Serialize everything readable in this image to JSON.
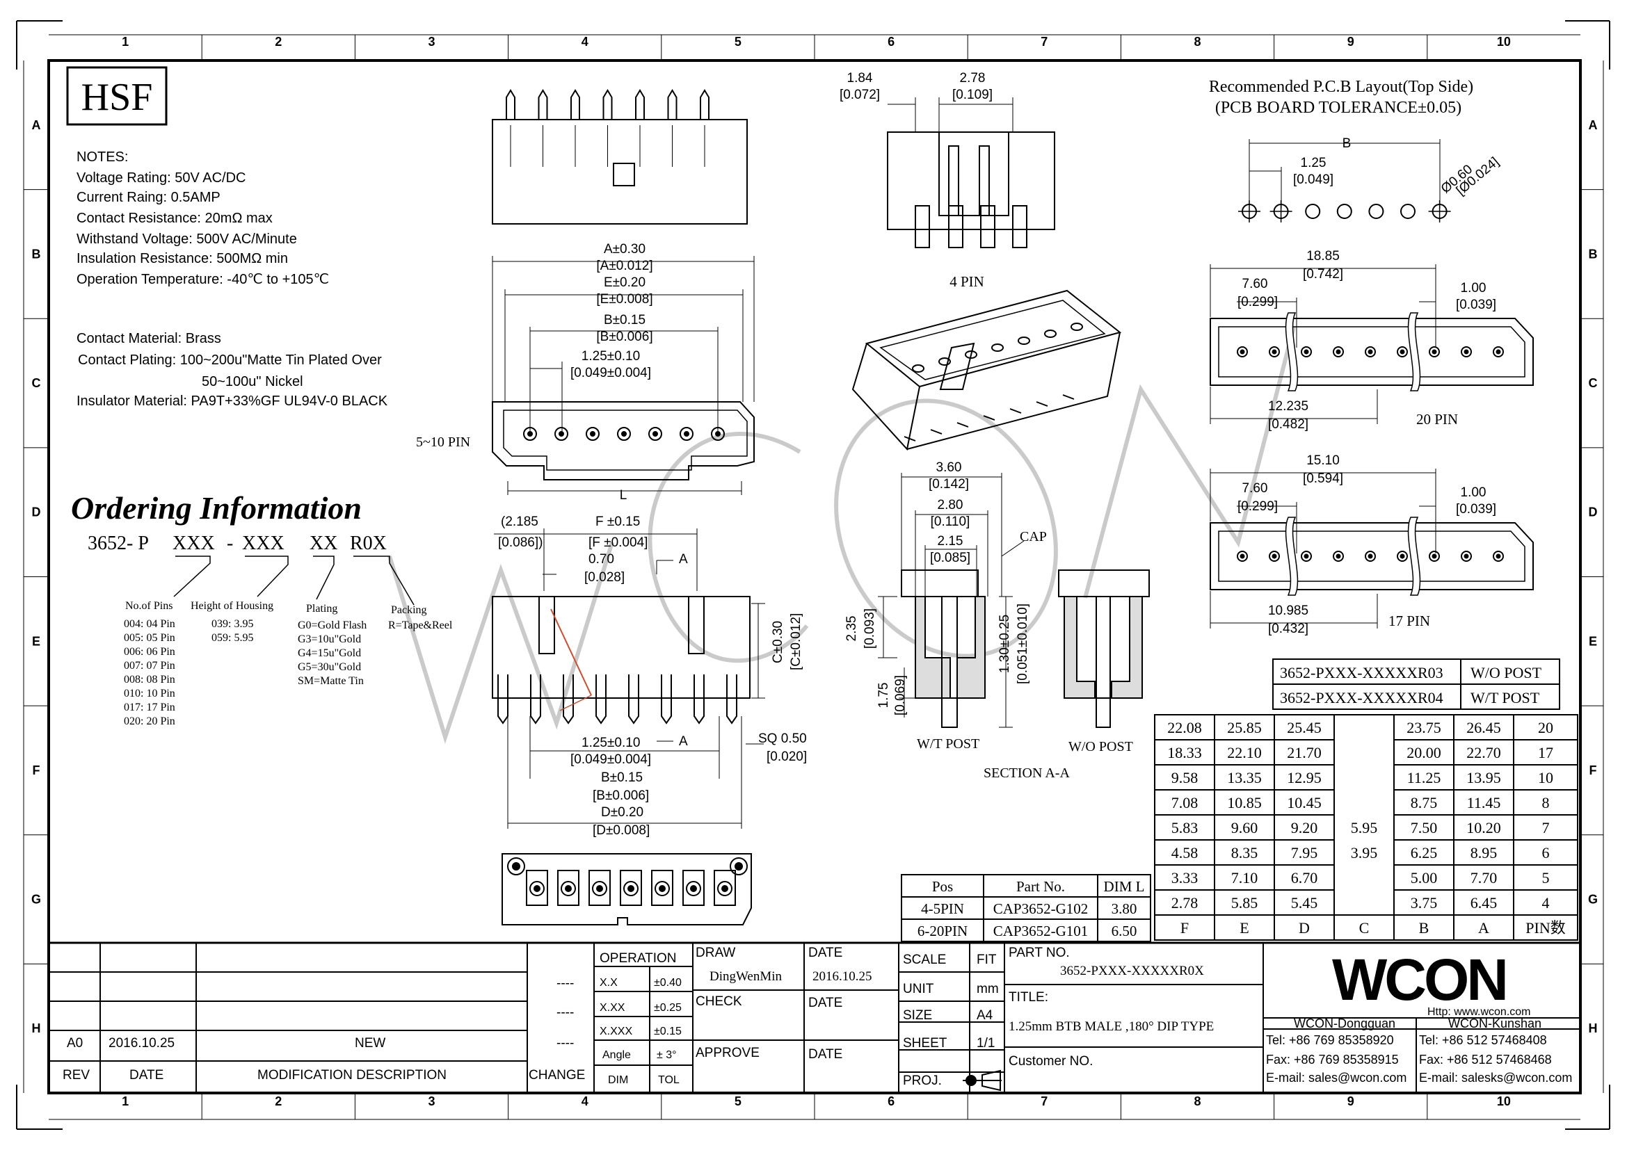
{
  "grid": {
    "columns": [
      "1",
      "2",
      "3",
      "4",
      "5",
      "6",
      "7",
      "8",
      "9",
      "10"
    ],
    "rows": [
      "A",
      "B",
      "C",
      "D",
      "E",
      "F",
      "G",
      "H"
    ]
  },
  "hsf_label": "HSF",
  "notes": {
    "heading": "NOTES:",
    "lines": [
      "Voltage Rating: 50V AC/DC",
      "Current Raing: 0.5AMP",
      "Contact Resistance: 20mΩ max",
      "Withstand Voltage: 500V AC/Minute",
      "Insulation Resistance: 500MΩ min",
      "Operation Temperature: -40℃ to +105℃"
    ],
    "material_lines": [
      "Contact Material: Brass",
      "Contact Plating: 100~200u\"Matte Tin Plated Over",
      "50~100u\" Nickel",
      "Insulator Material: PA9T+33%GF UL94V-0 BLACK"
    ]
  },
  "ordering": {
    "title": "Ordering Information",
    "code_prefix": "3652- P",
    "code_parts": [
      "XXX",
      "-",
      "XXX",
      "XX",
      "R0X"
    ],
    "pins_header": "No.of Pins",
    "pins": [
      "004: 04 Pin",
      "005: 05 Pin",
      "006: 06 Pin",
      "007: 07 Pin",
      "008: 08 Pin",
      "010: 10 Pin",
      "017: 17 Pin",
      "020: 20 Pin"
    ],
    "height_header": "Height of Housing",
    "heights": [
      "039: 3.95",
      "059: 5.95"
    ],
    "plating_header": "Plating",
    "platings": [
      "G0=Gold Flash",
      "G3=10u\"Gold",
      "G4=15u\"Gold",
      "G5=30u\"Gold",
      "SM=Matte Tin"
    ],
    "packing_header": "Packing",
    "packing": "R=Tape&Reel"
  },
  "dims": {
    "a": "A±0.30",
    "a_in": "[A±0.012]",
    "e": "E±0.20",
    "e_in": "[E±0.008]",
    "b": "B±0.15",
    "b_in": "[B±0.006]",
    "pitch": "1.25±0.10",
    "pitch_in": "[0.049±0.004]",
    "pin_range": "5~10 PIN",
    "l": "L",
    "side_2185": "(2.185",
    "side_2185_in": "[0.086])",
    "f": "F ±0.15",
    "f_in": "[F ±0.004]",
    "d070": "0.70",
    "d070_in": "[0.028]",
    "sec_a": "A",
    "c": "C±0.30",
    "c_in": "[C±0.012]",
    "sq": "SQ 0.50",
    "sq_in": "[0.020]",
    "d": "D±0.20",
    "d_in": "[D±0.008]",
    "top_184": "1.84",
    "top_184_in": "[0.072]",
    "top_278": "2.78",
    "top_278_in": "[0.109]",
    "four_pin": "4 PIN",
    "s360": "3.60",
    "s360_in": "[0.142]",
    "s280": "2.80",
    "s280_in": "[0.110]",
    "s215": "2.15",
    "s215_in": "[0.085]",
    "cap": "CAP",
    "s235": "2.35",
    "s235_in": "[0.093]",
    "s175": "1.75",
    "s175_in": "[0.069]",
    "s130": "1.30±0.25",
    "s130_in": "[0.051±0.010]",
    "wt_post": "W/T POST",
    "wo_post": "W/O POST",
    "section": "SECTION A-A"
  },
  "pcb": {
    "title": "Recommended P.C.B Layout(Top Side)",
    "tolerance": "(PCB BOARD TOLERANCE±0.05)",
    "b": "B",
    "p125": "1.25",
    "p125_in": "[0.049]",
    "hole": "Ø0.60",
    "hole_in": "[Ø0.024]"
  },
  "pin20": {
    "total": "18.85",
    "total_in": "[0.742]",
    "left": "7.60",
    "left_in": "[0.299]",
    "right": "1.00",
    "right_in": "[0.039]",
    "bottom": "12.235",
    "bottom_in": "[0.482]",
    "label": "20 PIN"
  },
  "pin17": {
    "total": "15.10",
    "total_in": "[0.594]",
    "left": "7.60",
    "left_in": "[0.299]",
    "right": "1.00",
    "right_in": "[0.039]",
    "bottom": "10.985",
    "bottom_in": "[0.432]",
    "label": "17 PIN"
  },
  "variants": [
    {
      "part": "3652-PXXX-XXXXXR03",
      "desc": "W/O POST"
    },
    {
      "part": "3652-PXXX-XXXXXR04",
      "desc": "W/T POST"
    }
  ],
  "dim_table": {
    "headers": [
      "F",
      "E",
      "D",
      "C",
      "B",
      "A",
      "PIN数"
    ],
    "c_values": [
      "5.95",
      "3.95"
    ],
    "rows": [
      {
        "F": "22.08",
        "E": "25.85",
        "D": "25.45",
        "B": "23.75",
        "A": "26.45",
        "PIN": "20"
      },
      {
        "F": "18.33",
        "E": "22.10",
        "D": "21.70",
        "B": "20.00",
        "A": "22.70",
        "PIN": "17"
      },
      {
        "F": "9.58",
        "E": "13.35",
        "D": "12.95",
        "B": "11.25",
        "A": "13.95",
        "PIN": "10"
      },
      {
        "F": "7.08",
        "E": "10.85",
        "D": "10.45",
        "B": "8.75",
        "A": "11.45",
        "PIN": "8"
      },
      {
        "F": "5.83",
        "E": "9.60",
        "D": "9.20",
        "B": "7.50",
        "A": "10.20",
        "PIN": "7"
      },
      {
        "F": "4.58",
        "E": "8.35",
        "D": "7.95",
        "B": "6.25",
        "A": "8.95",
        "PIN": "6"
      },
      {
        "F": "3.33",
        "E": "7.10",
        "D": "6.70",
        "B": "5.00",
        "A": "7.70",
        "PIN": "5"
      },
      {
        "F": "2.78",
        "E": "5.85",
        "D": "5.45",
        "B": "3.75",
        "A": "6.45",
        "PIN": "4"
      }
    ]
  },
  "cap_table": {
    "headers": [
      "Pos",
      "Part No.",
      "DIM L"
    ],
    "rows": [
      {
        "pos": "4-5PIN",
        "part": "CAP3652-G102",
        "dim": "3.80"
      },
      {
        "pos": "6-20PIN",
        "part": "CAP3652-G101",
        "dim": "6.50"
      }
    ]
  },
  "title_block": {
    "rev_row": {
      "rev": "A0",
      "date": "2016.10.25",
      "desc": "NEW",
      "change": "----"
    },
    "change_dashes": [
      "----",
      "----"
    ],
    "rev_header": "REV",
    "date_header": "DATE",
    "mod_header": "MODIFICATION DESCRIPTION",
    "change_header": "CHANGE",
    "operation": "OPERATION",
    "tolerances": [
      {
        "dim": "X.X",
        "tol": "±0.40"
      },
      {
        "dim": "X.XX",
        "tol": "±0.25"
      },
      {
        "dim": "X.XXX",
        "tol": "±0.15"
      },
      {
        "dim": "Angle",
        "tol": "± 3°"
      }
    ],
    "dim_label": "DIM",
    "tol_label": "TOL",
    "draw": "DRAW",
    "drawer": "DingWenMin",
    "check": "CHECK",
    "approve": "APPROVE",
    "date": "DATE",
    "draw_date": "2016.10.25",
    "scale": "SCALE",
    "scale_val": "FIT",
    "unit": "UNIT",
    "unit_val": "mm",
    "size": "SIZE",
    "size_val": "A4",
    "sheet": "SHEET",
    "sheet_val": "1/1",
    "proj": "PROJ.",
    "part_no_label": "PART NO.",
    "part_no": "3652-PXXX-XXXXXR0X",
    "title_label": "TITLE:",
    "title": "1.25mm BTB MALE ,180° DIP TYPE",
    "customer": "Customer NO."
  },
  "company": {
    "logo": "WCON",
    "url": "Http: www.wcon.com",
    "dongguan": "WCON-Dongguan",
    "dg_tel": "Tel: +86 769 85358920",
    "dg_fax": "Fax: +86 769 85358915",
    "dg_mail": "E-mail: sales@wcon.com",
    "kunshan": "WCON-Kunshan",
    "ks_tel": "Tel: +86 512 57468408",
    "ks_fax": "Fax: +86 512 57468468",
    "ks_mail": "E-mail: salesks@wcon.com"
  },
  "colors": {
    "line": "#000000",
    "watermark": "#b8b8b8",
    "accent": "#d24a2a"
  }
}
